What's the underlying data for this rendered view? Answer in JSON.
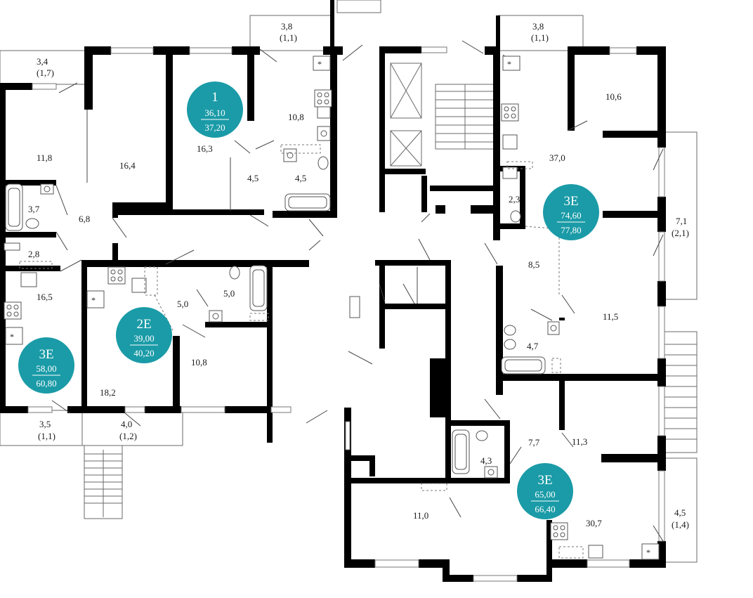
{
  "colors": {
    "badge": "#1a9ba7",
    "wall": "#000000",
    "line": "#6a6a6a"
  },
  "apartments": [
    {
      "id": "apt-1",
      "type": "1",
      "living_area": "36,10",
      "total_area": "37,20"
    },
    {
      "id": "apt-2e",
      "type": "2E",
      "living_area": "39,00",
      "total_area": "40,20"
    },
    {
      "id": "apt-3e-left",
      "type": "3E",
      "living_area": "58,00",
      "total_area": "60,80"
    },
    {
      "id": "apt-3e-right-top",
      "type": "3E",
      "living_area": "74,60",
      "total_area": "77,80"
    },
    {
      "id": "apt-3e-right-bottom",
      "type": "3E",
      "living_area": "65,00",
      "total_area": "66,40"
    }
  ],
  "rooms": [
    "3,4",
    "(1,7)",
    "3,8",
    "(1,1)",
    "3,8",
    "(1,1)",
    "11,8",
    "16,4",
    "16,3",
    "10,8",
    "4,5",
    "4,5",
    "3,7",
    "6,8",
    "2,8",
    "16,5",
    "5,0",
    "5,0",
    "10,8",
    "18,2",
    "3,5",
    "(1,1)",
    "4,0",
    "(1,2)",
    "10,6",
    "37,0",
    "2,3",
    "7,1",
    "(2,1)",
    "8,5",
    "11,5",
    "4,7",
    "7,7",
    "11,3",
    "4,3",
    "11,0",
    "30,7",
    "4,5",
    "(1,4)"
  ],
  "icons": [
    "bathtub-icon",
    "toilet-icon",
    "sink-icon",
    "stove-icon",
    "kitchen-sink-icon",
    "ventilation-icon",
    "elevator-icon",
    "stairs-icon"
  ]
}
